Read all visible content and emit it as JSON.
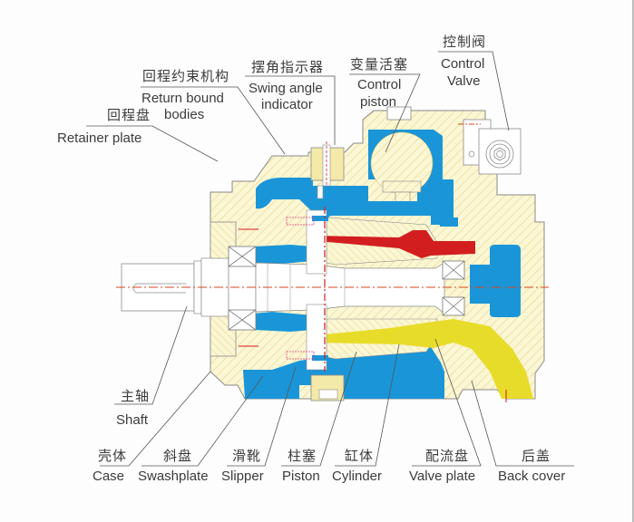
{
  "diagram": {
    "title": "Axial piston variable pump cross-section",
    "colors": {
      "housing_fill": "#fbf6d4",
      "hatch": "#e8d98a",
      "low_pressure_blue": "#1a96d8",
      "high_pressure_red": "#d21e1e",
      "suction_yellow": "#e8dc2a",
      "centerline": "#d9461e",
      "outline": "#7a7a7a",
      "leader": "#555555"
    },
    "labels": {
      "return_bound_bodies": {
        "zh": "回程约束机构",
        "en_line1": "Return bound",
        "en_line2": "bodies"
      },
      "swing_angle_indicator": {
        "zh": "摆角指示器",
        "en_line1": "Swing angle",
        "en_line2": "indicator"
      },
      "control_piston": {
        "zh": "变量活塞",
        "en_line1": "Control",
        "en_line2": "piston"
      },
      "control_valve": {
        "zh": "控制阀",
        "en_line1": "Control",
        "en_line2": "Valve"
      },
      "retainer_plate": {
        "zh": "回程盘",
        "en": "Retainer plate"
      },
      "shaft": {
        "zh": "主轴",
        "en": "Shaft"
      },
      "case": {
        "zh": "壳体",
        "en": "Case"
      },
      "swashplate": {
        "zh": "斜盘",
        "en": "Swashplate"
      },
      "slipper": {
        "zh": "滑靴",
        "en": "Slipper"
      },
      "piston": {
        "zh": "柱塞",
        "en": "Piston"
      },
      "cylinder": {
        "zh": "缸体",
        "en": "Cylinder"
      },
      "valve_plate": {
        "zh": "配流盘",
        "en": "Valve plate"
      },
      "back_cover": {
        "zh": "后盖",
        "en": "Back cover"
      }
    }
  }
}
